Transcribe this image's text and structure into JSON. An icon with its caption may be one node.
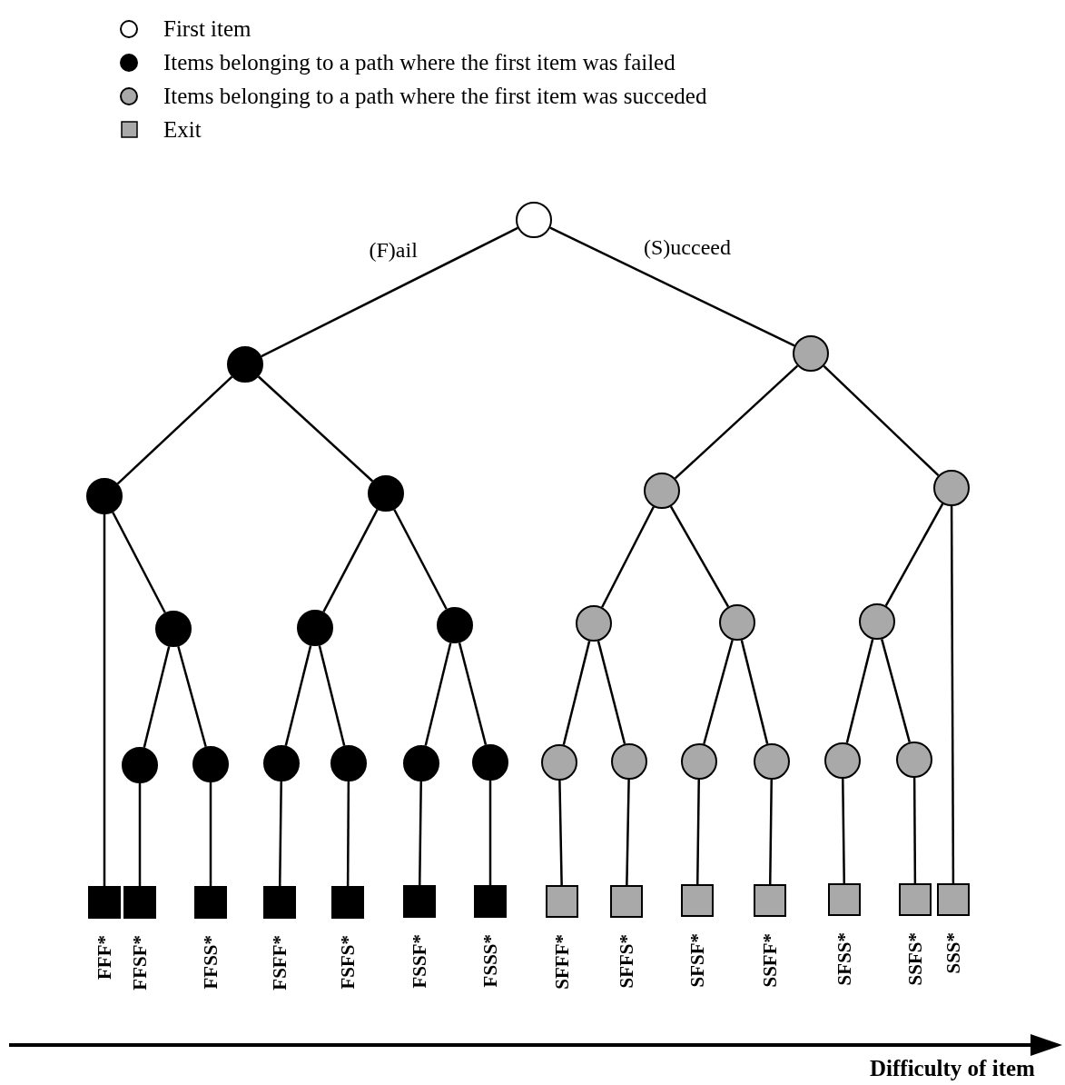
{
  "diagram": {
    "nodes": [
      {
        "text": [],
        "shape": "circle"
      },
      {
        "text": [],
        "shape": "circle"
      },
      {
        "text": [],
        "shape": "circle"
      },
      {
        "text": [],
        "shape": "circle"
      },
      {
        "text": [],
        "shape": "circle"
      },
      {
        "text": [],
        "shape": "circle"
      },
      {
        "text": [],
        "shape": "circle"
      },
      {
        "text": [],
        "shape": "circle"
      },
      {
        "text": [],
        "shape": "circle"
      },
      {
        "text": [],
        "shape": "circle"
      },
      {
        "text": [],
        "shape": "circle"
      },
      {
        "text": [],
        "shape": "circle"
      },
      {
        "text": [],
        "shape": "circle"
      },
      {
        "text": [],
        "shape": "circle"
      },
      {
        "text": [],
        "shape": "circle"
      },
      {
        "text": [],
        "shape": "circle"
      },
      {
        "text": [],
        "shape": "circle"
      },
      {
        "text": [],
        "shape": "circle"
      },
      {
        "text": [],
        "shape": "circle"
      },
      {
        "text": [],
        "shape": "circle"
      },
      {
        "text": [],
        "shape": "circle"
      },
      {
        "text": [],
        "shape": "circle"
      },
      {
        "text": [],
        "shape": "circle"
      },
      {
        "text": [],
        "shape": "circle"
      },
      {
        "text": [],
        "shape": "circle"
      },
      {
        "text": [],
        "shape": "box",
        "beside": [
          "FFF*"
        ]
      },
      {
        "text": [],
        "shape": "box",
        "beside": [
          "FFSF*"
        ]
      },
      {
        "text": [],
        "shape": "box",
        "beside": [
          "FFSS*"
        ]
      },
      {
        "text": [],
        "shape": "box",
        "beside": [
          "FSFF*"
        ]
      },
      {
        "text": [],
        "shape": "box",
        "beside": [
          "FSFS*"
        ]
      },
      {
        "text": [],
        "shape": "box",
        "beside": [
          "FSSF*"
        ]
      },
      {
        "text": [],
        "shape": "box",
        "beside": [
          "FSSS*"
        ]
      },
      {
        "text": [],
        "shape": "box",
        "beside": [
          "SFFF*"
        ]
      },
      {
        "text": [],
        "shape": "box",
        "beside": [
          "SFFS*"
        ]
      },
      {
        "text": [],
        "shape": "box",
        "beside": [
          "SFSF*"
        ]
      },
      {
        "text": [],
        "shape": "box",
        "beside": [
          "SSFF*"
        ]
      },
      {
        "text": [],
        "shape": "box",
        "beside": [
          "SFSS*"
        ]
      },
      {
        "text": [],
        "shape": "box",
        "beside": [
          "SSFS*"
        ]
      },
      {
        "text": [],
        "shape": "box",
        "beside": [
          "SSS*"
        ]
      }
    ],
    "edges": [
      {
        "from": 0,
        "to": 1,
        "arrow": "none",
        "label": "(F)ail"
      },
      {
        "from": 0,
        "to": 2,
        "arrow": "none",
        "label": "(S)ucceed"
      },
      {
        "from": 1,
        "to": 3,
        "arrow": "none"
      },
      {
        "from": 1,
        "to": 4,
        "arrow": "none"
      },
      {
        "from": 2,
        "to": 5,
        "arrow": "none"
      },
      {
        "from": 2,
        "to": 6,
        "arrow": "none"
      },
      {
        "from": 3,
        "to": 25,
        "arrow": "none"
      },
      {
        "from": 3,
        "to": 7,
        "arrow": "none"
      },
      {
        "from": 4,
        "to": 8,
        "arrow": "none"
      },
      {
        "from": 4,
        "to": 9,
        "arrow": "none"
      },
      {
        "from": 5,
        "to": 10,
        "arrow": "none"
      },
      {
        "from": 5,
        "to": 11,
        "arrow": "none"
      },
      {
        "from": 6,
        "to": 12,
        "arrow": "none"
      },
      {
        "from": 6,
        "to": 38,
        "arrow": "none"
      },
      {
        "from": 7,
        "to": 13,
        "arrow": "none"
      },
      {
        "from": 7,
        "to": 14,
        "arrow": "none"
      },
      {
        "from": 8,
        "to": 15,
        "arrow": "none"
      },
      {
        "from": 8,
        "to": 16,
        "arrow": "none"
      },
      {
        "from": 9,
        "to": 17,
        "arrow": "none"
      },
      {
        "from": 9,
        "to": 18,
        "arrow": "none"
      },
      {
        "from": 10,
        "to": 19,
        "arrow": "none"
      },
      {
        "from": 10,
        "to": 20,
        "arrow": "none"
      },
      {
        "from": 11,
        "to": 21,
        "arrow": "none"
      },
      {
        "from": 11,
        "to": 22,
        "arrow": "none"
      },
      {
        "from": 12,
        "to": 23,
        "arrow": "none"
      },
      {
        "from": 12,
        "to": 24,
        "arrow": "none"
      },
      {
        "from": 13,
        "to": 26,
        "arrow": "none"
      },
      {
        "from": 14,
        "to": 27,
        "arrow": "none"
      },
      {
        "from": 15,
        "to": 28,
        "arrow": "none"
      },
      {
        "from": 16,
        "to": 29,
        "arrow": "none"
      },
      {
        "from": 17,
        "to": 30,
        "arrow": "none"
      },
      {
        "from": 18,
        "to": 31,
        "arrow": "none"
      },
      {
        "from": 19,
        "to": 32,
        "arrow": "none"
      },
      {
        "from": 20,
        "to": 33,
        "arrow": "none"
      },
      {
        "from": 21,
        "to": 34,
        "arrow": "none"
      },
      {
        "from": 22,
        "to": 35,
        "arrow": "none"
      },
      {
        "from": 23,
        "to": 36,
        "arrow": "none"
      },
      {
        "from": 24,
        "to": 37,
        "arrow": "none"
      }
    ],
    "labels": [
      "Difficulty of item"
    ],
    "legend": [
      {
        "text": "First item"
      },
      {
        "text": "Items belonging to a path where the first item was failed"
      },
      {
        "text": "Items belonging to a path where the first item was succeded"
      },
      {
        "text": "Exit"
      }
    ]
  }
}
